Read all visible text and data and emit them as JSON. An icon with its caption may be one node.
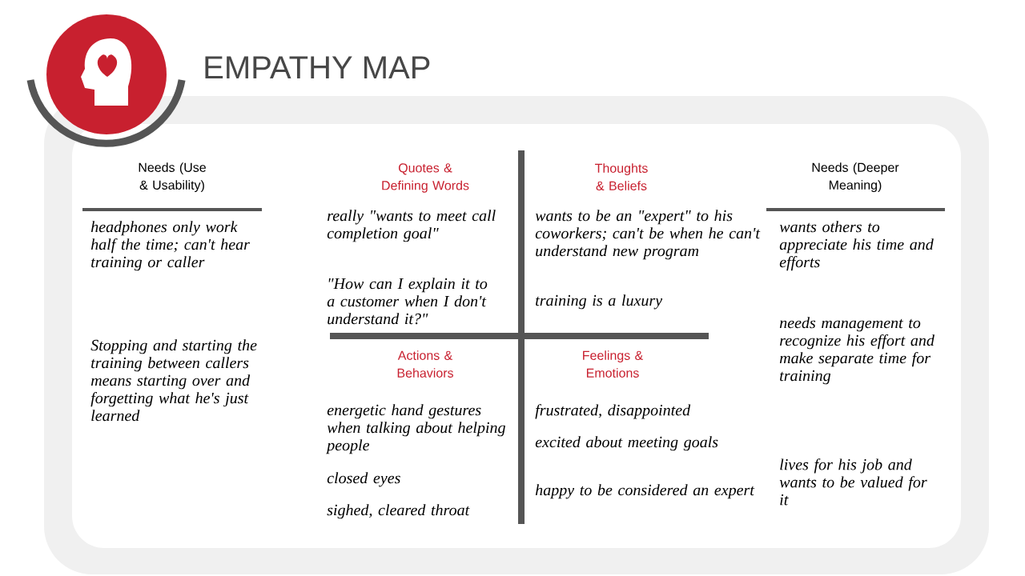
{
  "diagram": {
    "title": "EMPATHY MAP",
    "labels": [
      "Needs (Use & Usability)",
      "Quotes & Defining Words",
      "Thoughts & Beliefs",
      "Needs (Deeper Meaning)",
      "headphones only work half the time; can't hear training or caller",
      "really \"wants to meet call completion goal\"",
      "wants to be an \"expert\" to his coworkers; can't be when he can't understand new program",
      "wants others to appreciate his time and efforts",
      "\"How can I explain it to a customer when I don't understand it?\"",
      "training is a luxury",
      "Stopping and starting the training between callers means starting over and forgetting what he's just learned",
      "needs management to recognize his effort and make separate time for training",
      "Actions & Behaviors",
      "Feelings & Emotions",
      "energetic hand gestures when talking about helping people",
      "frustrated, disappointed",
      "excited about meeting goals",
      "lives for his job and wants to be valued for it",
      "closed eyes",
      "happy to be considered an expert",
      "sighed, cleared throat"
    ]
  }
}
